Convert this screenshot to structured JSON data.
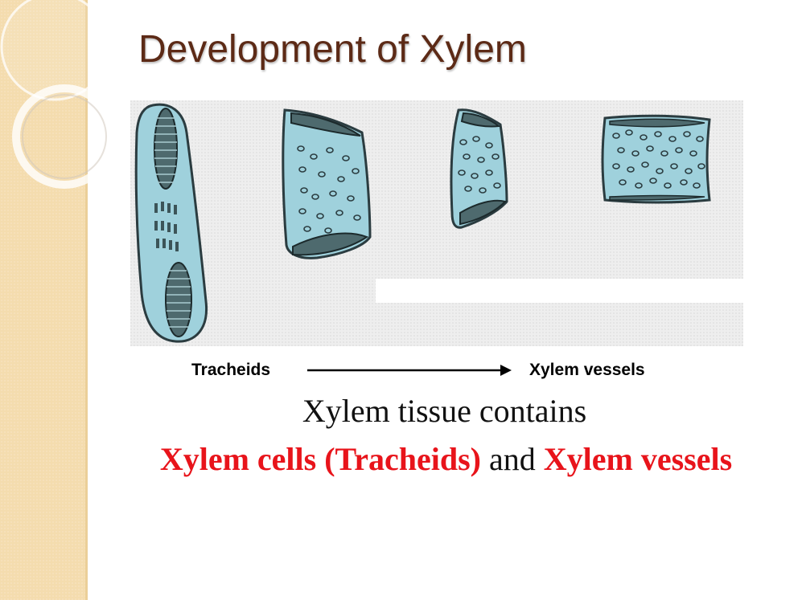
{
  "slide": {
    "title": "Development of Xylem"
  },
  "diagram": {
    "left_label": "Tracheids",
    "right_label": "Xylem vessels",
    "cell_fill": "#9fd1dc",
    "cell_stroke": "#2b3c40"
  },
  "caption": {
    "line1": "Xylem tissue contains",
    "term1": "Xylem cells (Tracheids)",
    "connector": " and ",
    "term2": "Xylem vessels"
  },
  "colors": {
    "title": "#5c2a16",
    "highlight": "#e8141b",
    "sidebar": "#f4dcae"
  }
}
